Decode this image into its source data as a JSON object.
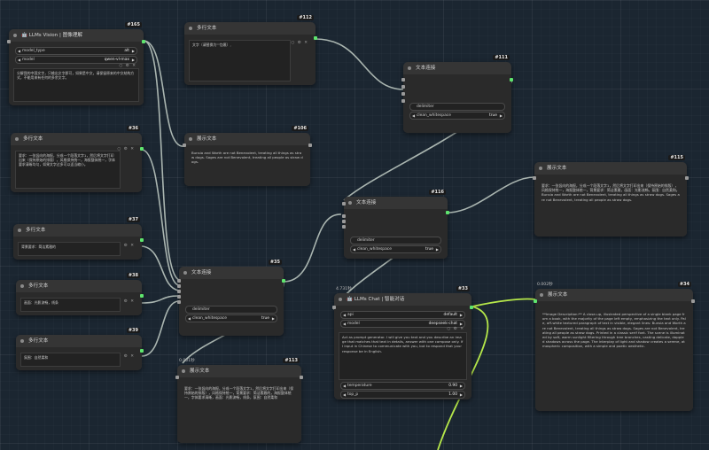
{
  "colors": {
    "canvas": "#1b2631",
    "wire": "#c3cfc7",
    "wire_active": "#b6e84a",
    "port_active": "#5ee56e"
  },
  "nodes": {
    "n165": {
      "id": "#165",
      "title": "LLMs Vision | 图像理解",
      "icon": "robot-icon",
      "model_type_label": "model_type",
      "model_type_value": "alt",
      "model_label": "model",
      "model_value": "qwen-vl-max",
      "text": "分解我的中国文字，只输出文字即可，如果是中文，请保留原来的中文结构方式，不能用来有任何的多余文字。"
    },
    "n112": {
      "id": "#112",
      "title": "多行文本",
      "text": "文字（请替换为\"\"包裹）,"
    },
    "n111": {
      "id": "#111",
      "title": "文本连接",
      "delimiter_label": "delimiter",
      "delimiter_value": "",
      "clean_label": "clean_whitespace",
      "clean_value": "true"
    },
    "n106": {
      "id": "#106",
      "title": "展示文本",
      "text": "Bunsia and Worth are not Benevolent, treating all things as straw dogs. Sages are not Benevolent, treating all people as straw dogs."
    },
    "n36": {
      "id": "#36",
      "title": "多行文本",
      "text": "要求：一张竖向的海报，分成一个段落文字1，然后将文字打印出来（保持原始的排版），风格保持统一，海报整体统一，字体要求清晰均匀，如果文字过多可以适当缩小。"
    },
    "n37": {
      "id": "#37",
      "title": "多行文本",
      "text": "背景要求：简洁素雅的"
    },
    "n38": {
      "id": "#38",
      "title": "多行文本",
      "text": "画面：光影流畅，线条"
    },
    "n39": {
      "id": "#39",
      "title": "多行文本",
      "text": "氛围：自然柔和"
    },
    "n35": {
      "id": "#35",
      "title": "文本连接",
      "delimiter_label": "delimiter",
      "delimiter_value": "",
      "clean_label": "clean_whitespace",
      "clean_value": "true"
    },
    "n113": {
      "id": "#113",
      "title": "展示文本",
      "timing": "0.001秒",
      "text": "要求：一张竖向的海报，分成一个段落文字1，然后将文字打印出来（保持原始的排版），风格保持统一，背景要求：简洁素雅的，海报整体统一，字体要求清晰，画面：光影流畅，线条，氛围：自然柔和"
    },
    "n116": {
      "id": "#116",
      "title": "文本连接",
      "delimiter_label": "delimiter",
      "delimiter_value": "",
      "clean_label": "clean_whitespace",
      "clean_value": "true"
    },
    "n115": {
      "id": "#115",
      "title": "展示文本",
      "text": "要求：一张竖向的海报，分成一个段落文字1，然后将文字打印出来（保持原始的排版），风格保持统一，海报整体统一，背景要求：简洁素雅，画面：光影流畅，氛围：自然柔和。Bunsia and Worth are not Benevolent, treating all things as straw dogs. Sages are not Benevolent, treating all people as straw dogs."
    },
    "n33": {
      "id": "#33",
      "title": "LLMs Chat | 智能对话",
      "icon": "robot-icon",
      "timing": "4.731秒",
      "api_label": "api",
      "api_value": "default",
      "model_label": "model",
      "model_value": "deepseek-chat",
      "text": "Act as prompt generator. I will give you text and you describe an image that matches that text in details, answer with one compose only. If I input in Chinese to communicate with you, but to respond that your response be in English.",
      "temperature_label": "temperature",
      "temperature_value": "0.90",
      "top_p_label": "top_p",
      "top_p_value": "1.00"
    },
    "n34": {
      "id": "#34",
      "title": "展示文本",
      "timing": "0.002秒",
      "text": "**Image Description:** A close-up, illustrated perspective of a single blank page from a book, with the majority of the page left empty, emphasizing the text only. Pale, off-white textured paragraph of text in visible, elegant lines: Bunsia and Worth are not Benevolent, treating all things as straw dogs. Sages are not Benevolent, treating all people as straw dogs. Printed in a classic serif font. The scene is illuminated by soft, warm sunlight filtering through tree branches, casting delicate, dappled shadows across the page. The interplay of light and shadow creates a serene, atmospheric composition, with a simple and poetic aesthetic."
    }
  }
}
